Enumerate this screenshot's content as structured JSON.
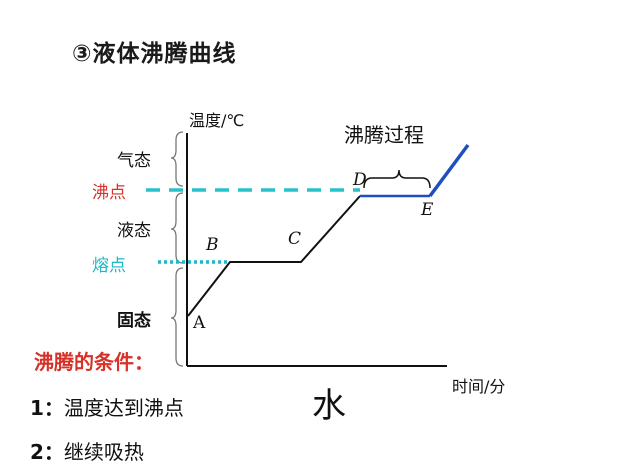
{
  "title": "③液体沸腾曲线",
  "diagram": {
    "y_axis_label": "温度/℃",
    "x_axis_label": "时间/分",
    "phases": {
      "gas": "气态",
      "liquid": "液态",
      "solid": "固态"
    },
    "boiling_point_label": "沸点",
    "melting_point_label": "熔点",
    "boiling_process_label": "沸腾过程",
    "points": {
      "A": "A",
      "B": "B",
      "C": "C",
      "D": "D",
      "E": "E"
    },
    "colors": {
      "boiling_point": "#d6322a",
      "melting_point": "#1fb8c6",
      "boiling_segment": "#1f4fbf",
      "curve": "#111111"
    }
  },
  "conditions": {
    "title": "沸腾的条件：",
    "items": [
      {
        "num": "1：",
        "text": "温度达到沸点"
      },
      {
        "num": "2：",
        "text": "继续吸热"
      }
    ]
  },
  "substance": "水"
}
